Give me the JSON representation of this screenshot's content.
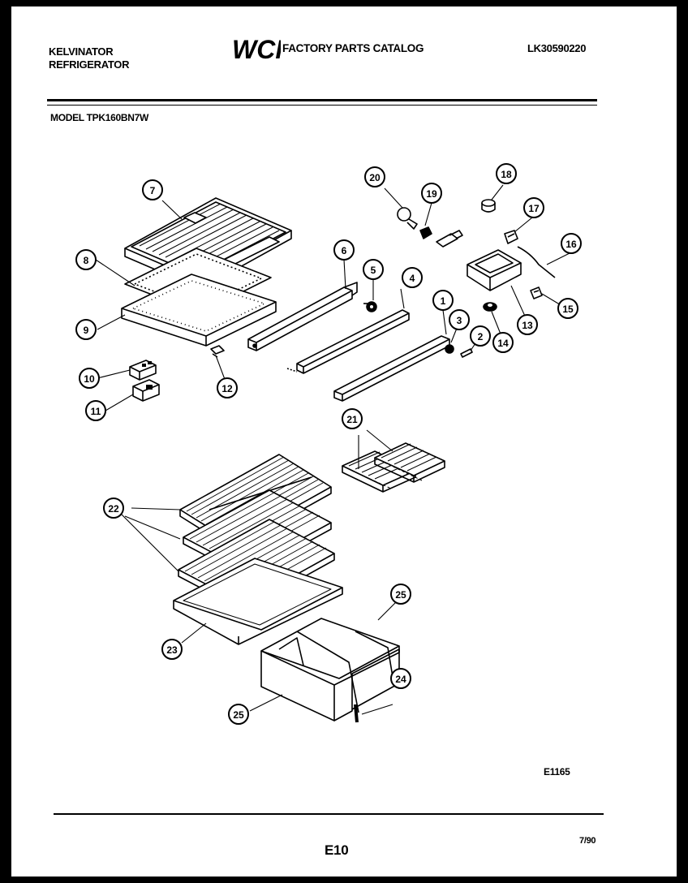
{
  "header": {
    "brand_line1": "KELVINATOR",
    "brand_line2": "REFRIGERATOR",
    "logo_text": "WCI",
    "catalog_title": "FACTORY PARTS CATALOG",
    "catalog_number": "LK30590220",
    "model_label": "MODEL TPK160BN7W"
  },
  "diagram": {
    "callouts": [
      "1",
      "2",
      "3",
      "4",
      "5",
      "6",
      "7",
      "8",
      "9",
      "10",
      "11",
      "12",
      "13",
      "14",
      "15",
      "16",
      "17",
      "18",
      "19",
      "20",
      "21",
      "22",
      "23",
      "24",
      "25",
      "25"
    ]
  },
  "footer": {
    "figure_id": "E1165",
    "page_number": "E10",
    "date": "7/90"
  }
}
